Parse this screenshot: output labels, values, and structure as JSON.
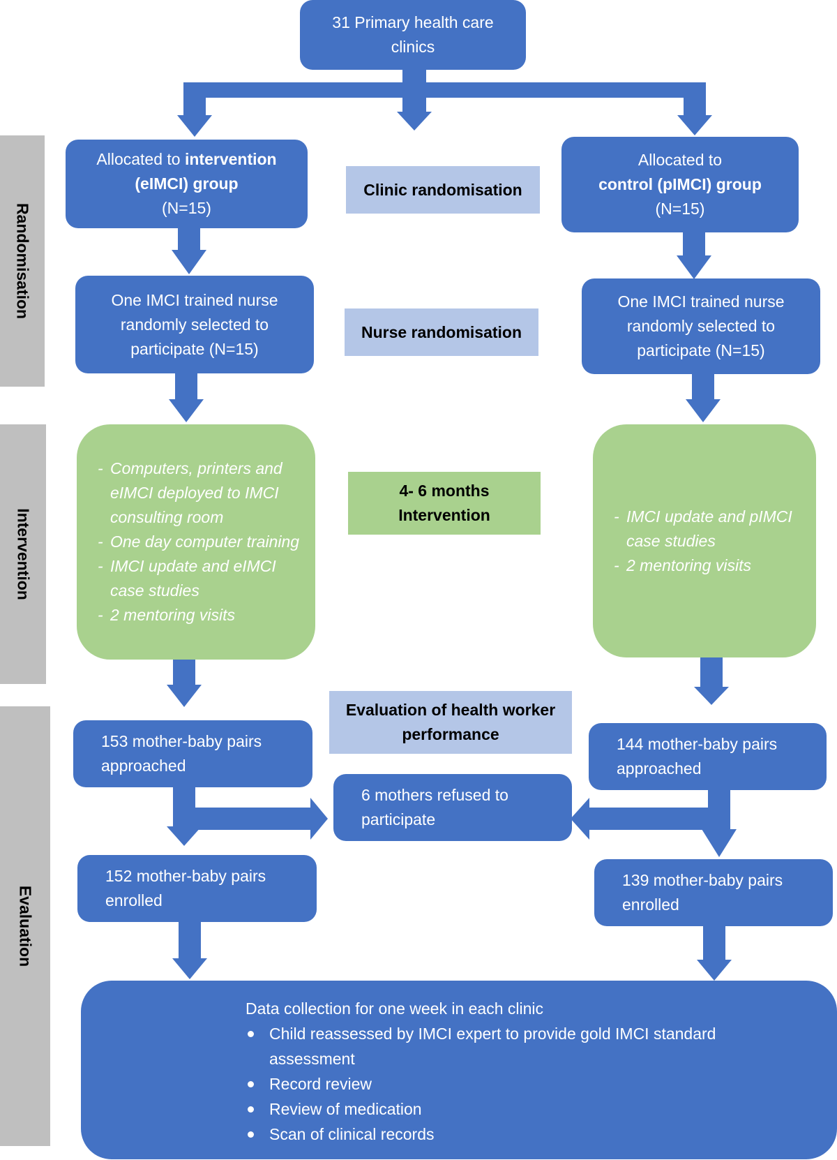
{
  "colors": {
    "node": "#4472c4",
    "label": "#b4c6e7",
    "green": "#a9d18e",
    "side": "#bfbfbf"
  },
  "top": {
    "line1": "31 Primary health care",
    "line2": "clinics"
  },
  "left_alloc": {
    "line1": "Allocated to ",
    "line1_bold": "intervention",
    "line2": "(eIMCI) group",
    "line3": "(N=15)"
  },
  "right_alloc": {
    "line1": "Allocated to",
    "line2": "control (pIMCI) group",
    "line3": "(N=15)"
  },
  "clinic_rand": "Clinic randomisation",
  "nurse_rand": "Nurse randomisation",
  "left_nurse": {
    "line1": "One IMCI trained nurse",
    "line2": "randomly selected to",
    "line3": "participate (N=15)"
  },
  "right_nurse": {
    "line1": "One IMCI trained nurse",
    "line2": "randomly selected to",
    "line3": "participate (N=15)"
  },
  "intervention_label": {
    "line1": "4- 6 months",
    "line2": "Intervention"
  },
  "left_intervention": [
    "Computers, printers and eIMCI deployed to IMCI consulting room",
    "One day computer training",
    "IMCI update and eIMCI case studies",
    "2 mentoring visits"
  ],
  "right_intervention": [
    "IMCI update and pIMCI case studies",
    "2 mentoring visits"
  ],
  "evaluation_label": {
    "line1": "Evaluation of health worker",
    "line2": "performance"
  },
  "left_approached": {
    "line1": "153 mother-baby pairs",
    "line2": "approached"
  },
  "right_approached": {
    "line1": "144 mother-baby pairs",
    "line2": "approached"
  },
  "refused": {
    "line1": "6 mothers refused to",
    "line2": "participate"
  },
  "left_enrolled": {
    "line1": "152 mother-baby pairs",
    "line2": "enrolled"
  },
  "right_enrolled": {
    "line1": "139 mother-baby pairs",
    "line2": "enrolled"
  },
  "data_collection": {
    "title": "Data collection for one week in each clinic",
    "items": [
      "Child reassessed by IMCI expert to provide gold IMCI standard assessment",
      "Record review",
      "Review of medication",
      "Scan of clinical records"
    ]
  },
  "side_labels": {
    "randomisation": "Randomisation",
    "intervention": "Intervention",
    "evaluation": "Evaluation"
  }
}
